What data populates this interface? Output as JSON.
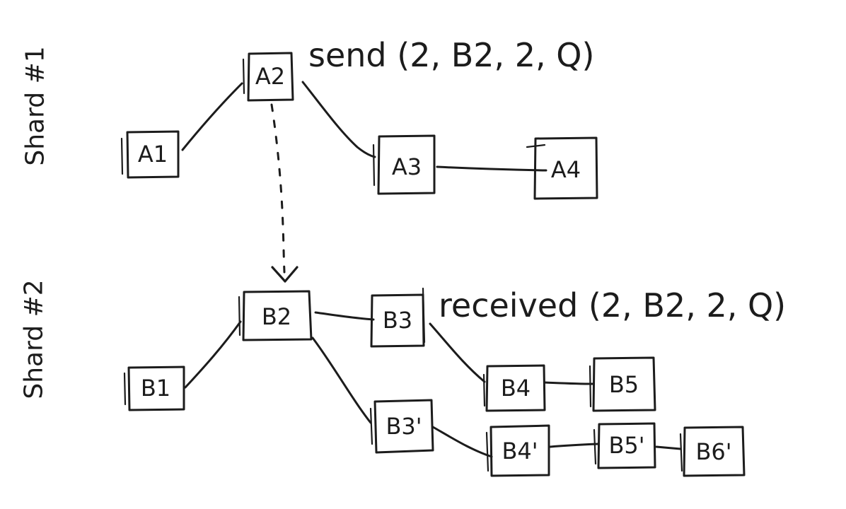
{
  "shards": [
    {
      "label": "Shard #1"
    },
    {
      "label": "Shard #2"
    }
  ],
  "nodes": {
    "A1": {
      "label": "A1"
    },
    "A2": {
      "label": "A2"
    },
    "A3": {
      "label": "A3"
    },
    "A4": {
      "label": "A4"
    },
    "B1": {
      "label": "B1"
    },
    "B2": {
      "label": "B2"
    },
    "B3": {
      "label": "B3"
    },
    "B4": {
      "label": "B4"
    },
    "B5": {
      "label": "B5"
    },
    "B3p": {
      "label": "B3'"
    },
    "B4p": {
      "label": "B4'"
    },
    "B5p": {
      "label": "B5'"
    },
    "B6p": {
      "label": "B6'"
    }
  },
  "edges": [
    {
      "from": "A1",
      "to": "A2"
    },
    {
      "from": "A2",
      "to": "A3"
    },
    {
      "from": "A3",
      "to": "A4"
    },
    {
      "from": "B1",
      "to": "B2"
    },
    {
      "from": "B2",
      "to": "B3"
    },
    {
      "from": "B3",
      "to": "B4"
    },
    {
      "from": "B4",
      "to": "B5"
    },
    {
      "from": "B2",
      "to": "B3p"
    },
    {
      "from": "B3p",
      "to": "B4p"
    },
    {
      "from": "B4p",
      "to": "B5p"
    },
    {
      "from": "B5p",
      "to": "B6p"
    }
  ],
  "cross_shard_message": {
    "from": "A2",
    "to": "B2",
    "style": "dotted-arrow"
  },
  "annotations": {
    "send": "send (2, B2, 2, Q)",
    "received": "received (2, B2, 2, Q)"
  },
  "colors": {
    "ink": "#1c1c1c",
    "paper": "#ffffff"
  }
}
